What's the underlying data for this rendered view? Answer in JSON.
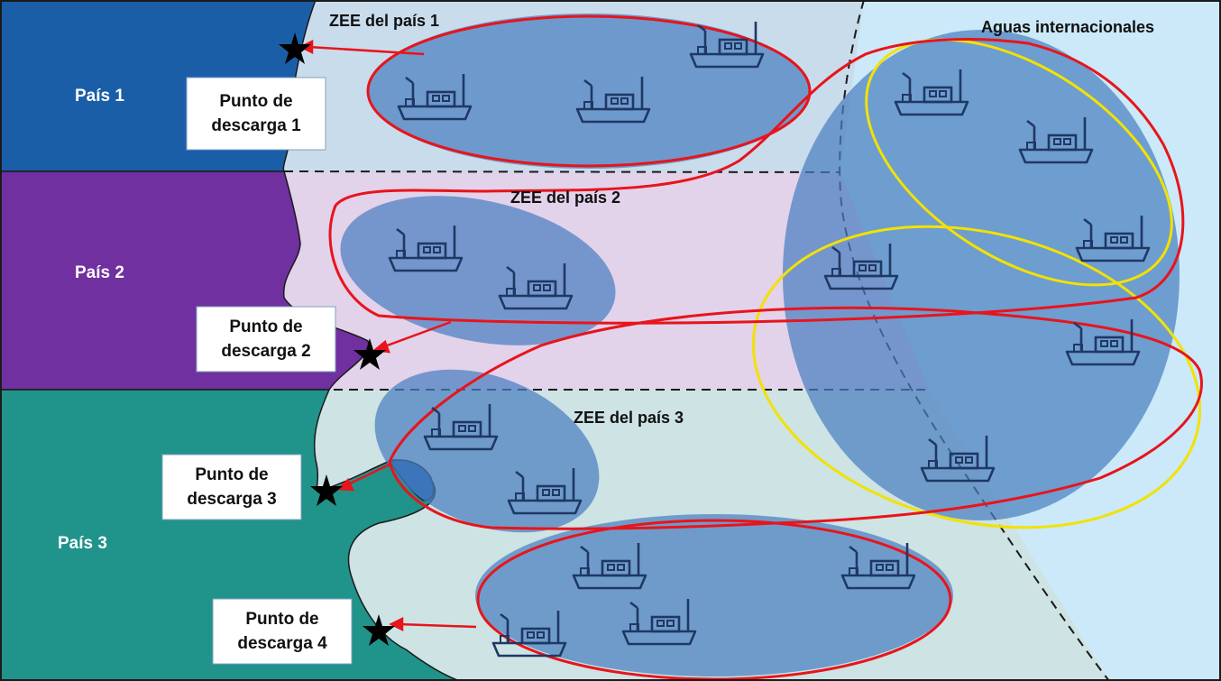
{
  "countries": [
    {
      "label": "País 1",
      "color": "#1b5ea8"
    },
    {
      "label": "País 2",
      "color": "#7030a0"
    },
    {
      "label": "País 3",
      "color": "#20938a"
    }
  ],
  "zones": [
    {
      "label": "ZEE del país 1",
      "color": "#c9dcec"
    },
    {
      "label": "ZEE del país 2",
      "color": "#e2d2ea"
    },
    {
      "label": "ZEE del país 3",
      "color": "#cde3e4"
    }
  ],
  "international": {
    "label": "Aguas internacionales",
    "color": "#cbe9f8"
  },
  "landing_points": [
    {
      "line1": "Punto de",
      "line2": "descarga 1"
    },
    {
      "line1": "Punto de",
      "line2": "descarga 2"
    },
    {
      "line1": "Punto de",
      "line2": "descarga 3"
    },
    {
      "line1": "Punto de",
      "line2": "descarga 4"
    }
  ],
  "icons": {
    "vessel": "fishing-boat-icon",
    "landing": "star-icon"
  },
  "colors": {
    "fleet_cluster": "#4a7fc0",
    "route_line": "#e8141b",
    "secondary_ring": "#f2e200",
    "vessel_stroke": "#1f3864",
    "border": "#1a1a1a"
  }
}
